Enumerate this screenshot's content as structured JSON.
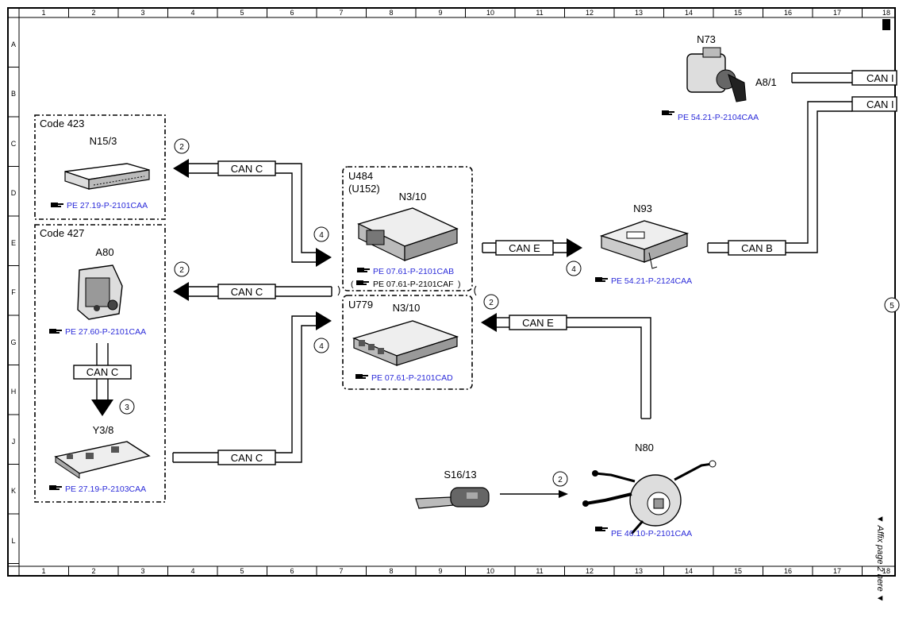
{
  "ruler": {
    "columns": [
      "1",
      "2",
      "3",
      "4",
      "5",
      "6",
      "7",
      "8",
      "9",
      "10",
      "11",
      "12",
      "13",
      "14",
      "15",
      "16",
      "17",
      "18"
    ],
    "rows": [
      "A",
      "B",
      "C",
      "D",
      "E",
      "F",
      "G",
      "H",
      "J",
      "K",
      "L"
    ]
  },
  "groups": {
    "code423": "Code 423",
    "code427": "Code 427",
    "u484": "U484",
    "u152": "(U152)",
    "u779": "U779"
  },
  "components": {
    "n15_3": "N15/3",
    "a80": "A80",
    "y3_8": "Y3/8",
    "n3_10_top": "N3/10",
    "n3_10_bottom": "N3/10",
    "n93": "N93",
    "n73": "N73",
    "a8_1": "A8/1",
    "n80": "N80",
    "s16_13": "S16/13"
  },
  "references": {
    "n15_3": "PE 27.19-P-2101CAA",
    "a80": "PE 27.60-P-2101CAA",
    "y3_8": "PE 27.19-P-2103CAA",
    "n3_10_cab": "PE 07.61-P-2101CAB",
    "n3_10_caf": "PE 07.61-P-2101CAF",
    "n3_10_cad": "PE 07.61-P-2101CAD",
    "n93": "PE 54.21-P-2124CAA",
    "n73": "PE 54.21-P-2104CAA",
    "n80": "PE 46.10-P-2101CAA"
  },
  "buses": {
    "can_c_1": "CAN C",
    "can_c_2": "CAN C",
    "can_c_3": "CAN C",
    "can_c_4": "CAN C",
    "can_e_1": "CAN E",
    "can_e_2": "CAN E",
    "can_b": "CAN B",
    "can_top_1": "CAN I",
    "can_top_2": "CAN I"
  },
  "callouts": {
    "c1": "2",
    "c2": "4",
    "c3": "2",
    "c4": "4",
    "c5": "3",
    "c6": "4",
    "c7": "2",
    "c8": "2",
    "c9": "5"
  },
  "side_note": "Affix page 2 here",
  "colors": {
    "reference_link": "#2b2bd9",
    "line": "#000000",
    "background": "#ffffff"
  }
}
